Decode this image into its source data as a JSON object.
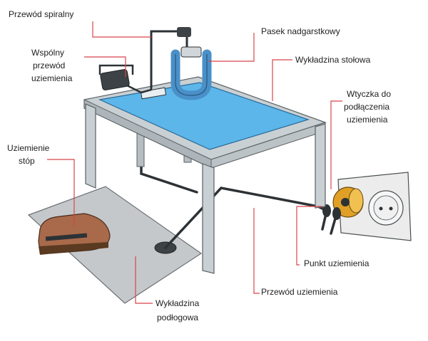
{
  "labels": {
    "coil_cord": "Przewód spiralny",
    "wrist_strap": "Pasek nadgarstkowy",
    "common_ground": [
      "Wspólny",
      "przewód",
      "uziemienia"
    ],
    "table_mat": "Wykładzina stołowa",
    "ground_plug": [
      "Wtyczka do",
      "podłączenia",
      "uziemienia"
    ],
    "foot_ground": [
      "Uziemienie",
      "stóp"
    ],
    "ground_point": "Punkt uziemienia",
    "ground_wire": "Przewód uziemienia",
    "floor_mat": [
      "Wykładzina",
      "podłogowa"
    ]
  },
  "colors": {
    "leader": "#d8454a",
    "mat": "#5cb6ea",
    "strap": "#4a90c8",
    "table": "#c9d0d4",
    "floor": "#c4c8cb",
    "shoe": "#a86a4a",
    "plug": "#e0a025",
    "wall": "#ececec",
    "wire": "#2d3236"
  }
}
